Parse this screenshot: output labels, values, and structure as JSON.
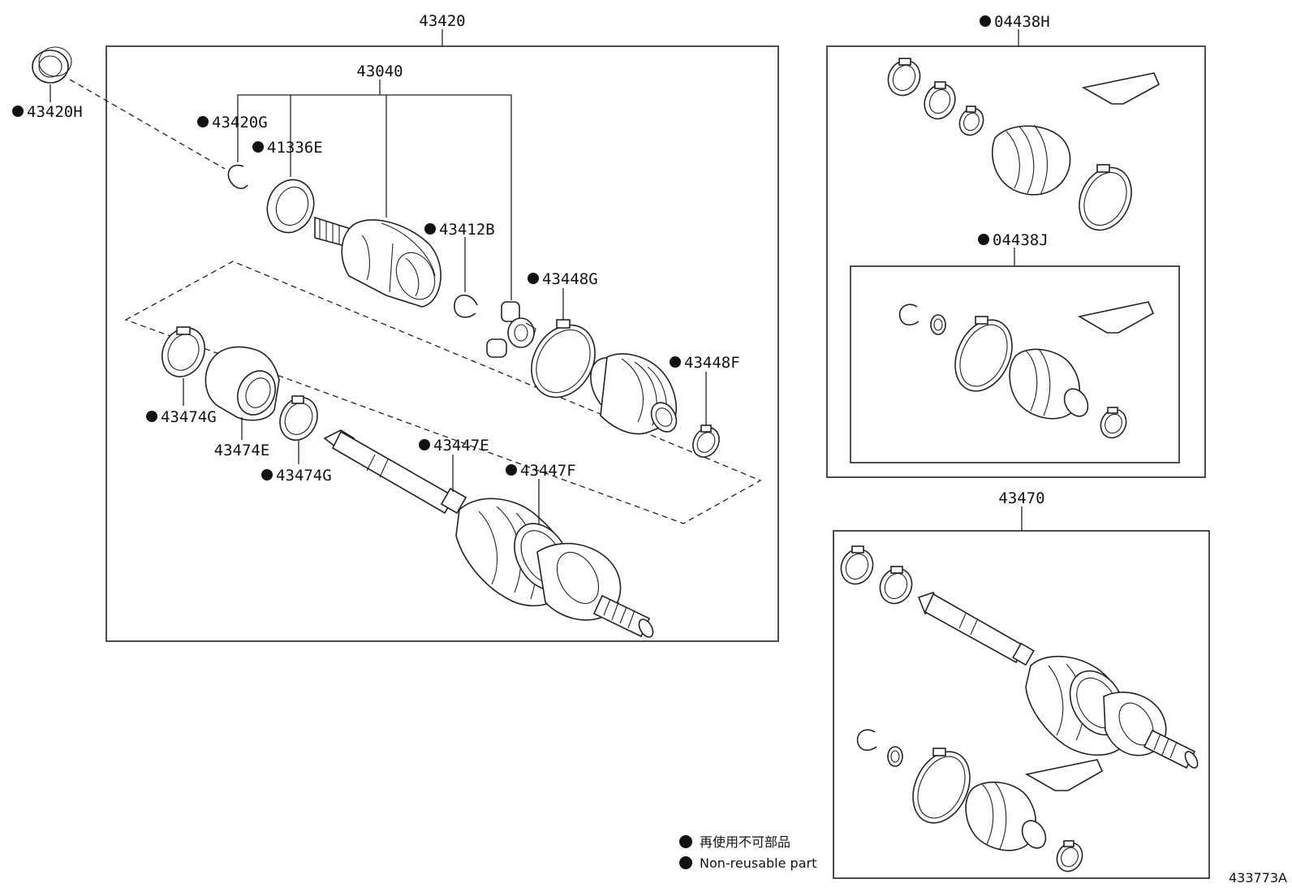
{
  "labels": {
    "assembly_left": "43420",
    "seal_43420H": "43420H",
    "inboard_joint": "43040",
    "snap_ring_43420G": "43420G",
    "seal_41336E": "41336E",
    "snap_ring_43412B": "43412B",
    "clamp_43448G": "43448G",
    "clamp_43448F": "43448F",
    "clamp_43474G_a": "43474G",
    "damper_43474E": "43474E",
    "clamp_43474G_b": "43474G",
    "clamp_43447E": "43447E",
    "clamp_43447F": "43447F",
    "boot_kit_outboard": "04438H",
    "boot_kit_inboard": "04438J",
    "assembly_right": "43470"
  },
  "legend": {
    "line_jp": "再使用不可部品",
    "line_en": "Non-reusable part"
  },
  "diagram_code": "433773A"
}
